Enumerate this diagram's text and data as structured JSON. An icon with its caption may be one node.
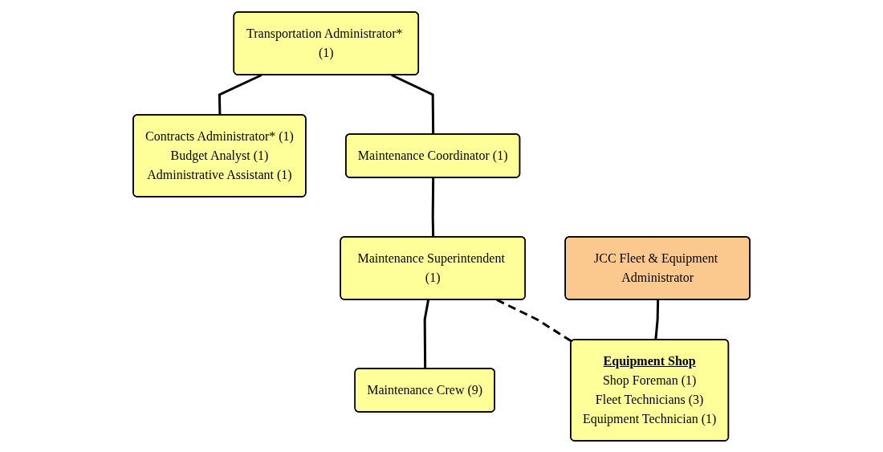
{
  "diagram": {
    "nodes": [
      {
        "text": [
          "Transportation Administrator* (1)"
        ]
      },
      {
        "text": [
          "Contracts Administrator* (1)",
          "Budget Analyst (1)",
          "Administrative Assistant (1)"
        ]
      },
      {
        "text": [
          "Maintenance Coordinator (1)"
        ]
      },
      {
        "text": [
          "Maintenance Superintendent (1)"
        ]
      },
      {
        "text": [
          "Maintenance Crew (9)"
        ]
      },
      {
        "text": [
          "JCC Fleet & Equipment Administrator"
        ]
      },
      {
        "text": [
          "Equipment Shop",
          "Shop Foreman (1)",
          "Fleet Technicians (3)",
          "Equipment Technician (1)"
        ]
      }
    ],
    "edges": [
      {
        "from": 0,
        "to": 1,
        "arrow": "none"
      },
      {
        "from": 0,
        "to": 2,
        "arrow": "none"
      },
      {
        "from": 2,
        "to": 3,
        "arrow": "none"
      },
      {
        "from": 3,
        "to": 4,
        "arrow": "none"
      },
      {
        "from": 5,
        "to": 6,
        "arrow": "none"
      },
      {
        "from": 3,
        "to": 6,
        "arrow": "none",
        "style": "dashed"
      }
    ]
  }
}
